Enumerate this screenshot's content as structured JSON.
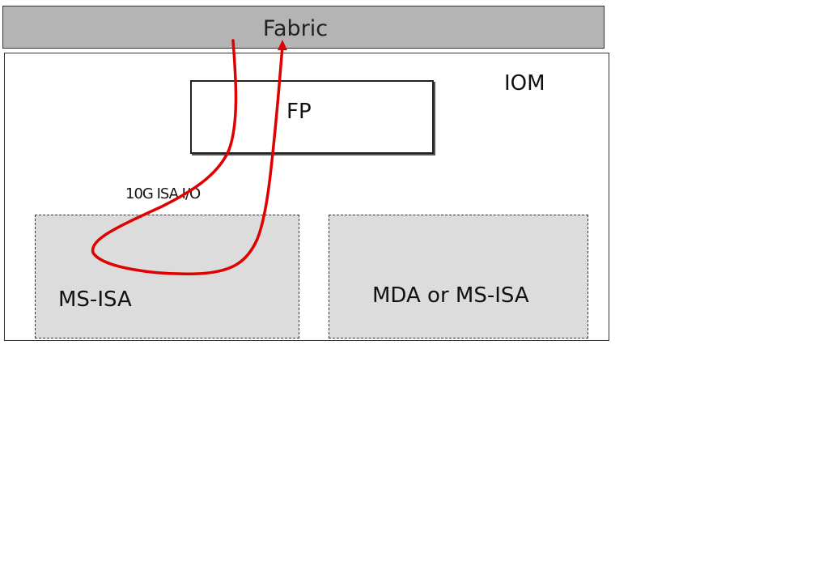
{
  "diagram": {
    "fabric": {
      "label": "Fabric"
    },
    "iom": {
      "label": "IOM"
    },
    "fp": {
      "label": "FP"
    },
    "link_label": "10G ISA I/O",
    "slots": [
      {
        "label": "MS-ISA"
      },
      {
        "label": "MDA or MS-ISA"
      }
    ],
    "colors": {
      "path": "#e00000",
      "fabric_fill": "#b4b4b4",
      "slot_fill": "#dcdcdc"
    }
  }
}
